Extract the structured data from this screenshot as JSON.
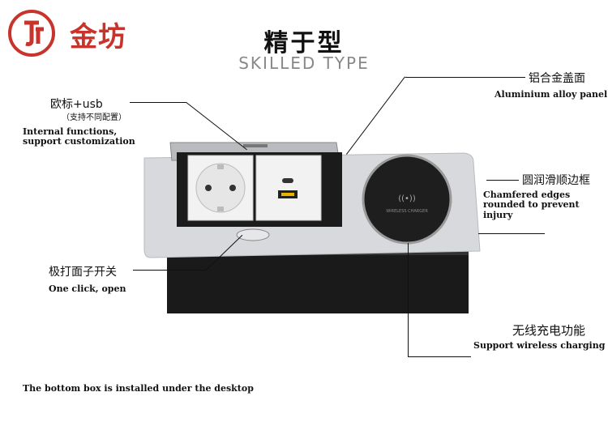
{
  "brand": {
    "name": "金坊",
    "color": "#c8342b"
  },
  "title": {
    "cn": "精于型",
    "en": "SKILLED TYPE"
  },
  "callouts": {
    "socket": {
      "cn": "欧标+usb",
      "cn_sub": "（支持不同配置）",
      "en1": "Internal functions,",
      "en2": "support customization"
    },
    "panel": {
      "cn": "铝合金盖面",
      "en": "Aluminium alloy panel"
    },
    "edges": {
      "cn": "圆润滑顺边框",
      "en1": "Chamfered edges",
      "en2": "rounded to prevent injury"
    },
    "switch": {
      "cn": "极打面子开关",
      "en": "One click, open"
    },
    "wireless": {
      "cn": "无线充电功能",
      "en": "Support wireless charging"
    },
    "bottom": {
      "en": "The bottom box is installed under the desktop"
    }
  },
  "device": {
    "charger_label": "WIRELESS CHARGER"
  }
}
